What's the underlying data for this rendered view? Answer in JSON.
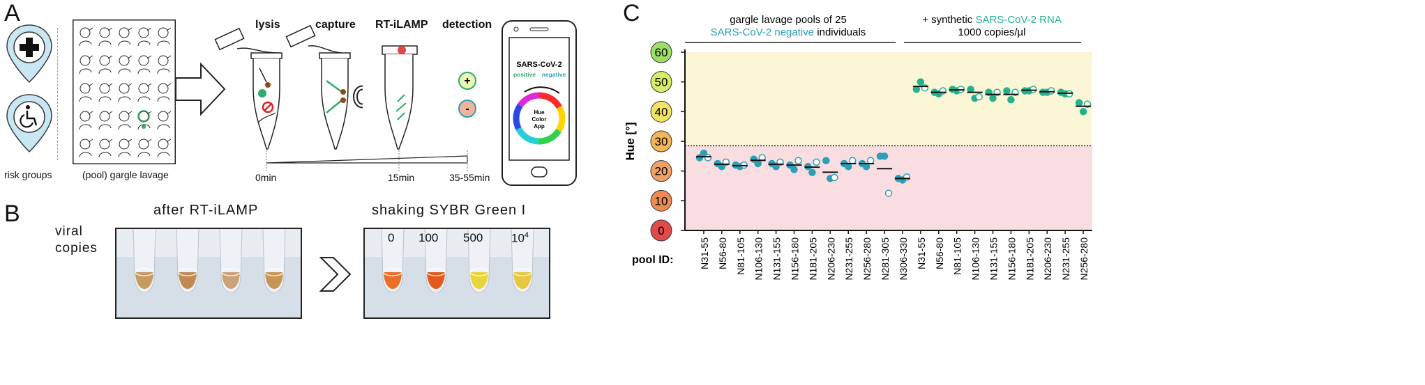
{
  "panels": {
    "a": "A",
    "b": "B",
    "c": "C"
  },
  "panel_a": {
    "risk_groups_label": "risk groups",
    "pool_label": "(pool) gargle lavage",
    "steps": [
      "lysis",
      "capture",
      "RT-iLAMP",
      "detection"
    ],
    "times": [
      "0min",
      "15min",
      "35-55min"
    ],
    "positive_symbol": "+",
    "negative_symbol": "-",
    "phone_title": "SARS-CoV-2",
    "phone_positive": "positive",
    "phone_negative": "negative",
    "app_line1": "Hue",
    "app_line2": "Color",
    "app_line3": "App",
    "icons": [
      "medical-cross-icon",
      "wheelchair-icon"
    ]
  },
  "panel_b": {
    "left_title": "after RT-iLAMP",
    "right_title": "shaking SYBR Green I",
    "row_label_1": "viral",
    "row_label_2": "copies",
    "copies": [
      "0",
      "100",
      "500",
      "10"
    ],
    "copies_exp": "4",
    "left_tube_colors": [
      "#c79a62",
      "#c08a52",
      "#caa278",
      "#c79657"
    ],
    "right_tube_colors": [
      "#e8702a",
      "#e25a1c",
      "#e9d43a",
      "#e8c640"
    ]
  },
  "chart_data": {
    "type": "scatter",
    "ylabel": "Hue [°]",
    "xlabel": "pool ID:",
    "ylim": [
      0,
      60
    ],
    "yticks": [
      0,
      10,
      20,
      30,
      40,
      50,
      60
    ],
    "threshold": 28.5,
    "group_labels": {
      "negative_line1": "gargle lavage pools of 25",
      "negative_highlight": "SARS-CoV-2 negative",
      "negative_rest": "individuals",
      "positive_prefix": "+ synthetic",
      "positive_highlight": "SARS-CoV-2 RNA",
      "positive_line2": "1000 copies/µl"
    },
    "colors": {
      "negative_zone": "#f9dde0",
      "positive_zone": "#fbf6d6",
      "negative_marker": "#2a9fb5",
      "positive_marker": "#24b28d",
      "tick_circles": [
        "#e04a4a",
        "#ee8a52",
        "#f3a267",
        "#f3b55a",
        "#f2e362",
        "#d8ec68",
        "#9edd66"
      ]
    },
    "series": [
      {
        "name": "SARS-CoV-2 negative",
        "categories": [
          "N31-55",
          "N56-80",
          "N81-105",
          "N106-130",
          "N131-155",
          "N156-180",
          "N181-205",
          "N206-230",
          "N231-255",
          "N256-280",
          "N281-305",
          "N306-330"
        ],
        "points": [
          [
            24.5,
            26,
            24.5
          ],
          [
            22.5,
            21.5,
            23
          ],
          [
            22,
            21.5,
            22
          ],
          [
            24,
            22.5,
            24.5
          ],
          [
            22.5,
            21.5,
            23
          ],
          [
            22,
            20.5,
            23.5
          ],
          [
            21.5,
            19.5,
            23
          ],
          [
            23.5,
            17.5,
            17.8
          ],
          [
            22.5,
            21.5,
            23.5
          ],
          [
            22.5,
            21.5,
            23.5
          ],
          [
            25,
            25,
            12.5
          ],
          [
            17.5,
            17,
            18
          ]
        ],
        "means": [
          24.8,
          22.3,
          21.8,
          23.6,
          22.3,
          22,
          21.3,
          19.6,
          22.5,
          22.5,
          20.8,
          17.5
        ]
      },
      {
        "name": "+ synthetic SARS-CoV-2 RNA",
        "categories": [
          "N31-55",
          "N56-80",
          "N81-105",
          "N106-130",
          "N131-155",
          "N156-180",
          "N181-205",
          "N206-230",
          "N231-255",
          "N256-280"
        ],
        "points": [
          [
            47.5,
            50,
            48
          ],
          [
            46.5,
            46,
            47
          ],
          [
            47.5,
            47,
            47.5
          ],
          [
            47.5,
            44.5,
            45
          ],
          [
            46.5,
            44.5,
            46.5
          ],
          [
            47,
            44,
            46.5
          ],
          [
            47,
            47,
            47.5
          ],
          [
            46.5,
            46.5,
            47
          ],
          [
            46.5,
            46,
            46
          ],
          [
            43,
            40,
            42.5
          ]
        ],
        "means": [
          48.5,
          46.5,
          47.3,
          46.5,
          45.8,
          45.8,
          47.2,
          46.7,
          46.2,
          41.8
        ]
      }
    ]
  }
}
